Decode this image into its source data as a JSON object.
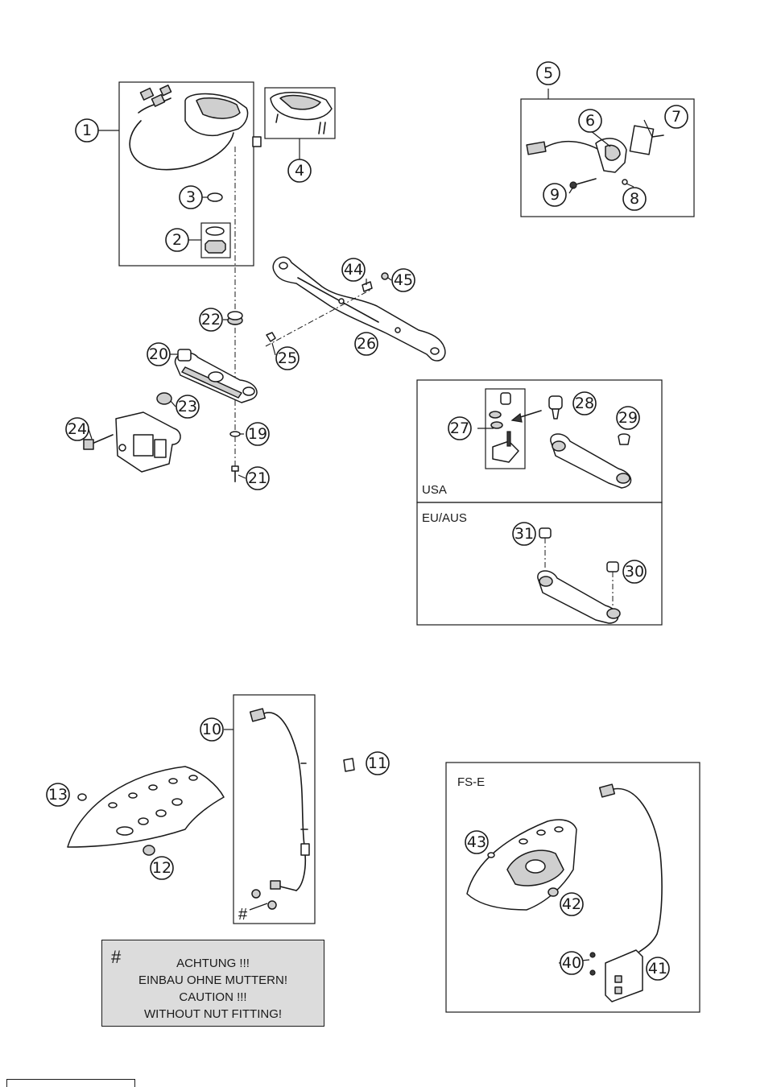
{
  "callouts": [
    {
      "id": "1",
      "label": "1"
    },
    {
      "id": "2",
      "label": "2"
    },
    {
      "id": "3",
      "label": "3"
    },
    {
      "id": "4",
      "label": "4"
    },
    {
      "id": "5",
      "label": "5"
    },
    {
      "id": "6",
      "label": "6"
    },
    {
      "id": "7",
      "label": "7"
    },
    {
      "id": "8",
      "label": "8"
    },
    {
      "id": "9",
      "label": "9"
    },
    {
      "id": "10",
      "label": "10"
    },
    {
      "id": "11",
      "label": "11"
    },
    {
      "id": "12",
      "label": "12"
    },
    {
      "id": "13",
      "label": "13"
    },
    {
      "id": "19",
      "label": "19"
    },
    {
      "id": "20",
      "label": "20"
    },
    {
      "id": "21",
      "label": "21"
    },
    {
      "id": "22",
      "label": "22"
    },
    {
      "id": "23",
      "label": "23"
    },
    {
      "id": "24",
      "label": "24"
    },
    {
      "id": "25",
      "label": "25"
    },
    {
      "id": "26",
      "label": "26"
    },
    {
      "id": "27",
      "label": "27"
    },
    {
      "id": "28",
      "label": "28"
    },
    {
      "id": "29",
      "label": "29"
    },
    {
      "id": "30",
      "label": "30"
    },
    {
      "id": "31",
      "label": "31"
    },
    {
      "id": "40",
      "label": "40"
    },
    {
      "id": "41",
      "label": "41"
    },
    {
      "id": "42",
      "label": "42"
    },
    {
      "id": "43",
      "label": "43"
    },
    {
      "id": "44",
      "label": "44"
    },
    {
      "id": "45",
      "label": "45"
    }
  ],
  "variants": {
    "usa": "USA",
    "eu_aus": "EU/AUS",
    "fs_e": "FS-E"
  },
  "hash_mark": "#",
  "warning": {
    "symbol": "#",
    "lines": [
      "ACHTUNG !!!",
      "EINBAU OHNE MUTTERN!",
      "CAUTION !!!",
      "WITHOUT NUT FITTING!"
    ]
  }
}
